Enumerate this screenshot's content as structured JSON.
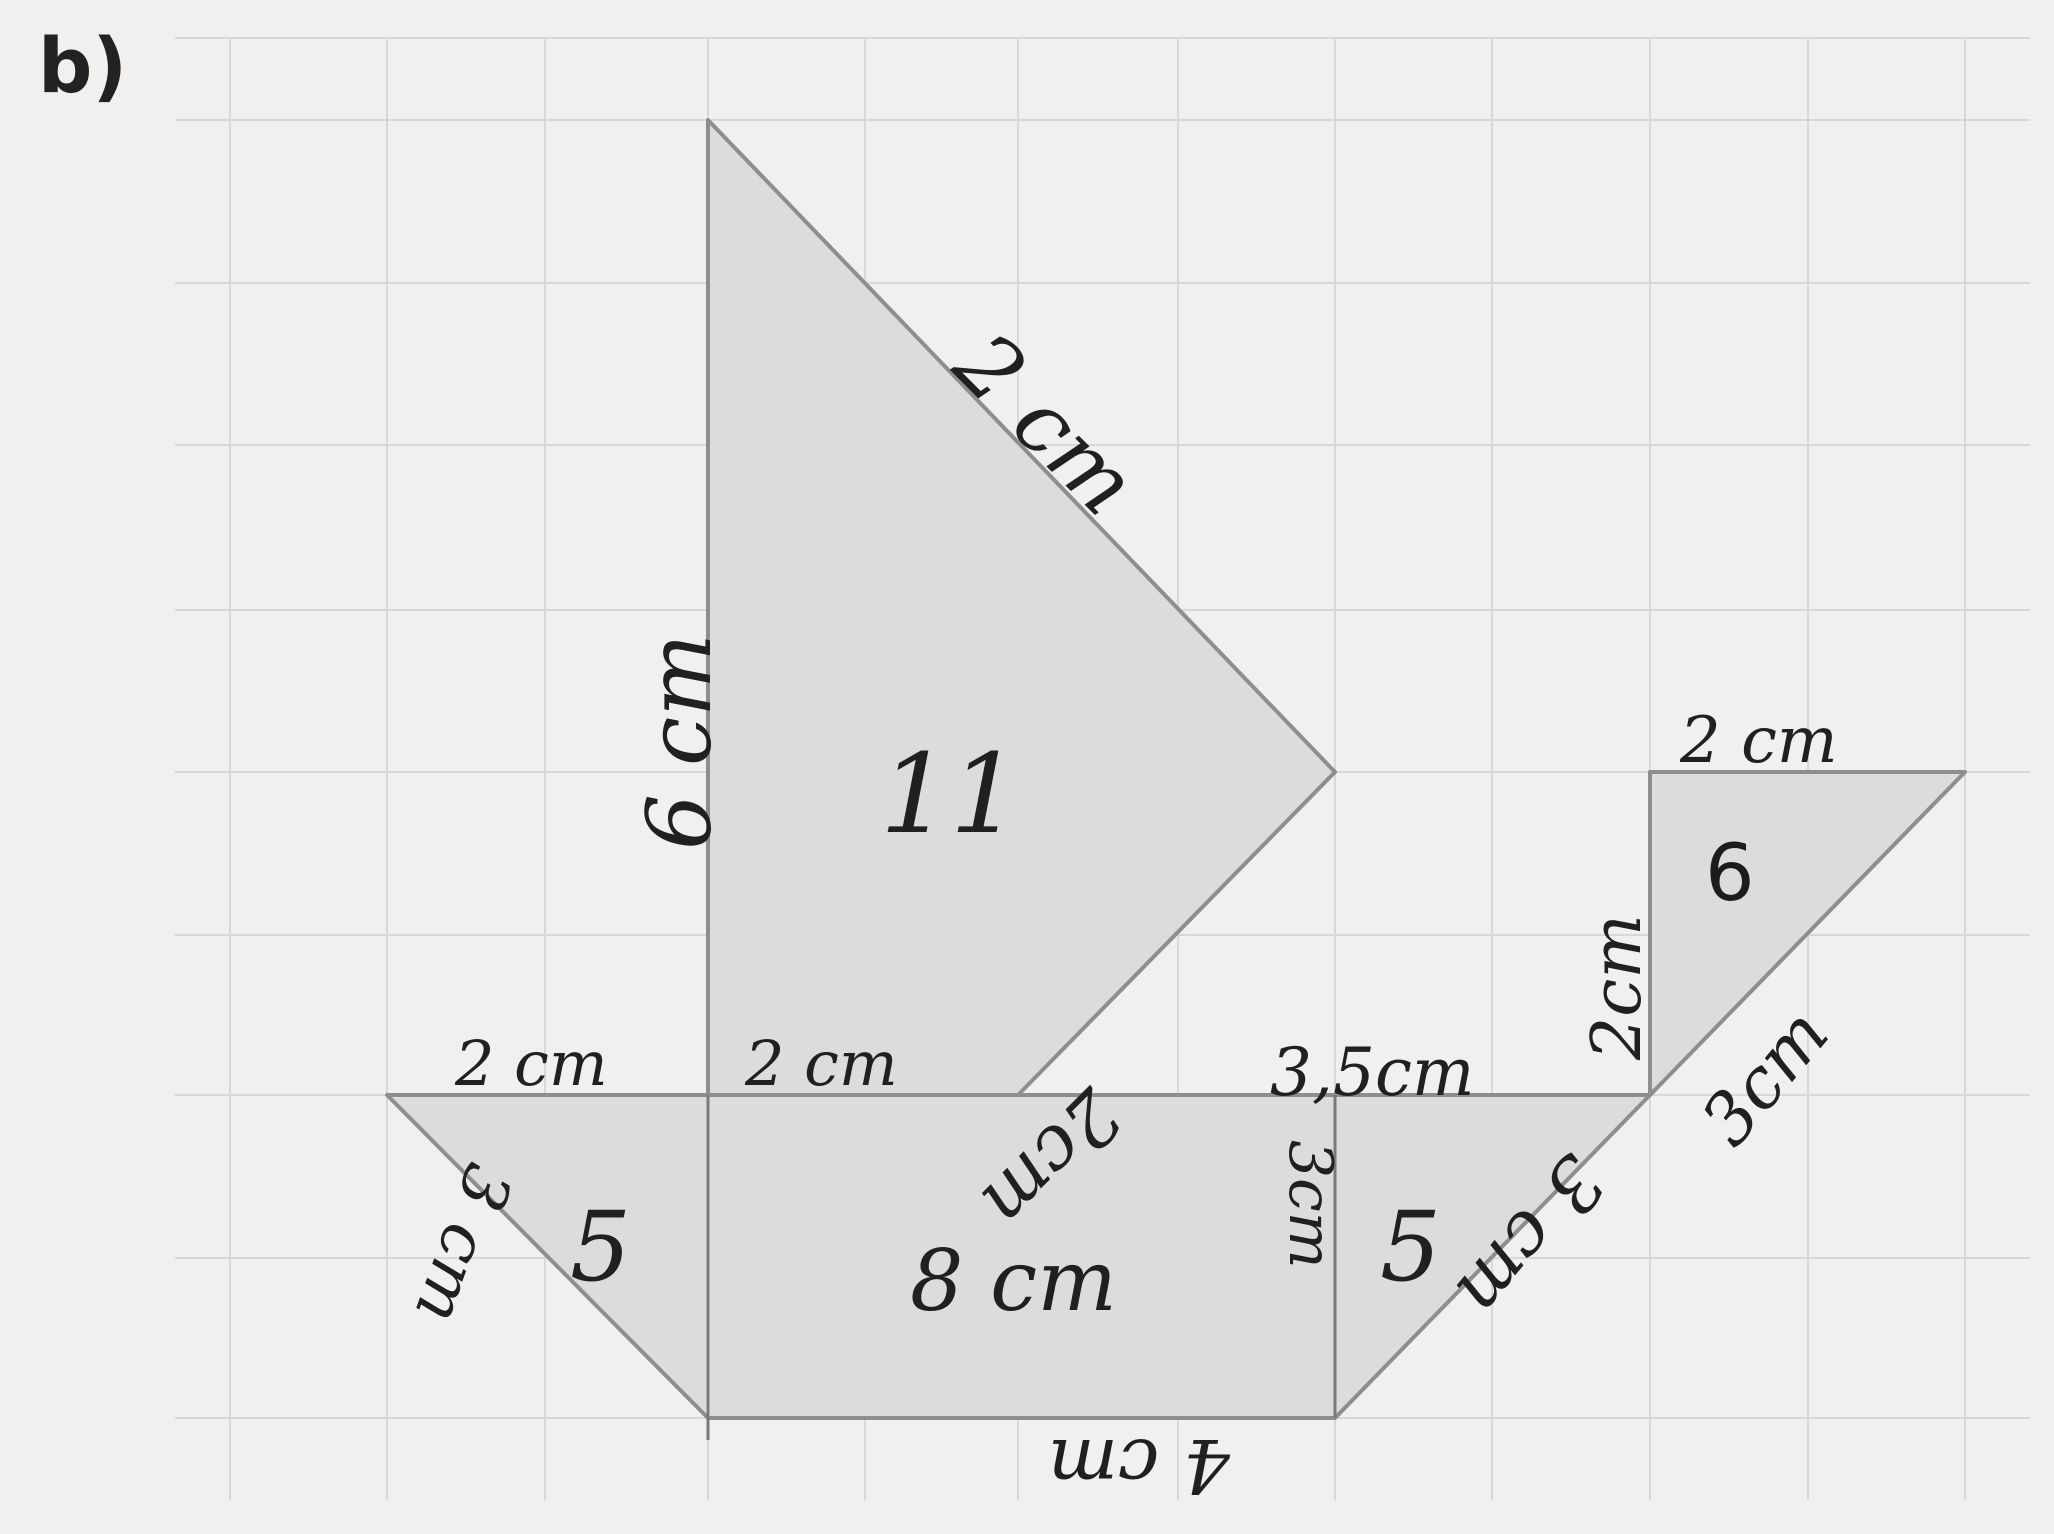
{
  "label": "b)",
  "pieces": {
    "sail": {
      "number": "11"
    },
    "left_triangle": {
      "number": "5"
    },
    "right_triangle": {
      "number": "5"
    },
    "flag": {
      "number": "6"
    },
    "hull_rect": {
      "number": "8 cm"
    }
  },
  "annotations": {
    "sail_height": "6 cm",
    "sail_top_hyp": "2 cm",
    "sail_bottom_hyp": "2cm",
    "deck_left": "2 cm",
    "deck_mid": "2 cm",
    "deck_right": "3,5cm",
    "flag_top": "2 cm",
    "flag_side": "2cm",
    "flag_hyp": "3cm",
    "left_hyp": "3 cm",
    "right_hyp": "3 cm",
    "right_inner": "3cm",
    "hull_bottom": "4 cm"
  },
  "colors": {
    "shape_fill": "#dcdcdc",
    "shape_stroke": "#8e8e8e",
    "grid": "#d8d8d6",
    "paper": "#f1f0ee"
  }
}
